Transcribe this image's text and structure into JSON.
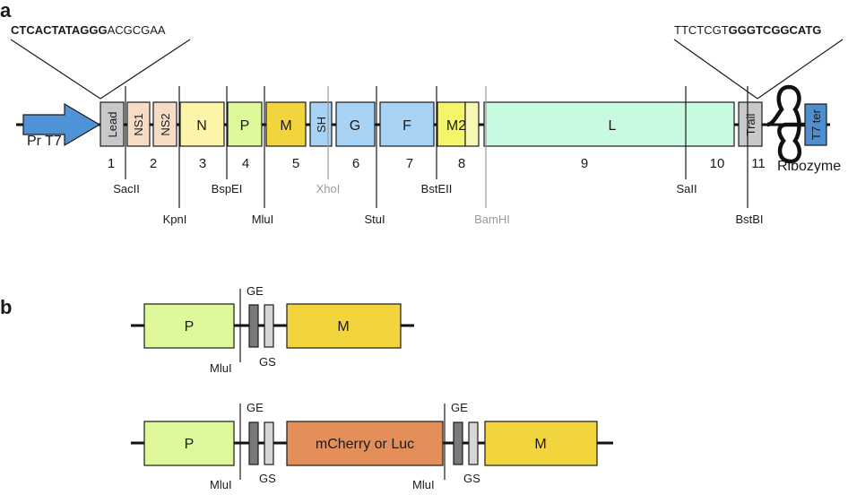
{
  "panel_a": {
    "label": "a",
    "seq_left": {
      "bold": "CTCACTATAGGG",
      "normal": "ACGCGAA"
    },
    "seq_right": {
      "normal": "TTCTCGT",
      "bold": "GGGTCGGCATG"
    },
    "promoter": "Pr T7",
    "genes": {
      "lead": "Lead",
      "ns1": "NS1",
      "ns2": "NS2",
      "n": "N",
      "p": "P",
      "m": "M",
      "sh": "SH",
      "g": "G",
      "f": "F",
      "m2": "M2",
      "l": "L",
      "trail": "Trail",
      "t7ter": "T7 ter"
    },
    "ribozyme": "Ribozyme",
    "numbers": [
      "1",
      "2",
      "3",
      "4",
      "5",
      "6",
      "7",
      "8",
      "9",
      "10",
      "11"
    ],
    "sites": {
      "sacii": "SacII",
      "kpni": "KpnI",
      "bspei": "BspEI",
      "mlui": "MluI",
      "xhoi": "XhoI",
      "stui": "StuI",
      "bsteii": "BstEII",
      "bamhi": "BamHI",
      "sali": "SaII",
      "bstbi": "BstBI"
    }
  },
  "panel_b": {
    "label": "b",
    "top": {
      "p": "P",
      "m": "M",
      "ge": "GE",
      "gs": "GS",
      "site": "MluI"
    },
    "bottom": {
      "p": "P",
      "insert": "mCherry or Luc",
      "m": "M",
      "ge1": "GE",
      "gs1": "GS",
      "site1": "MluI",
      "ge2": "GE",
      "gs2": "GS",
      "site2": "MluI"
    }
  },
  "colors": {
    "lead": "#c8c8c8",
    "ns": "#f7dcc4",
    "n": "#fcf4a8",
    "p": "#ddf99a",
    "m": "#f2d43d",
    "sh": "#a8d3f5",
    "g": "#a8d3f5",
    "f": "#a8d3f5",
    "m2": "#f5f56a",
    "l": "#c8fae0",
    "trail": "#c8c8c8",
    "t7ter": "#4d8fcf",
    "arrow": "#4f93d6",
    "insert": "#e48f5a",
    "ge": "#7a7a7a",
    "gs": "#d6d6d6"
  }
}
